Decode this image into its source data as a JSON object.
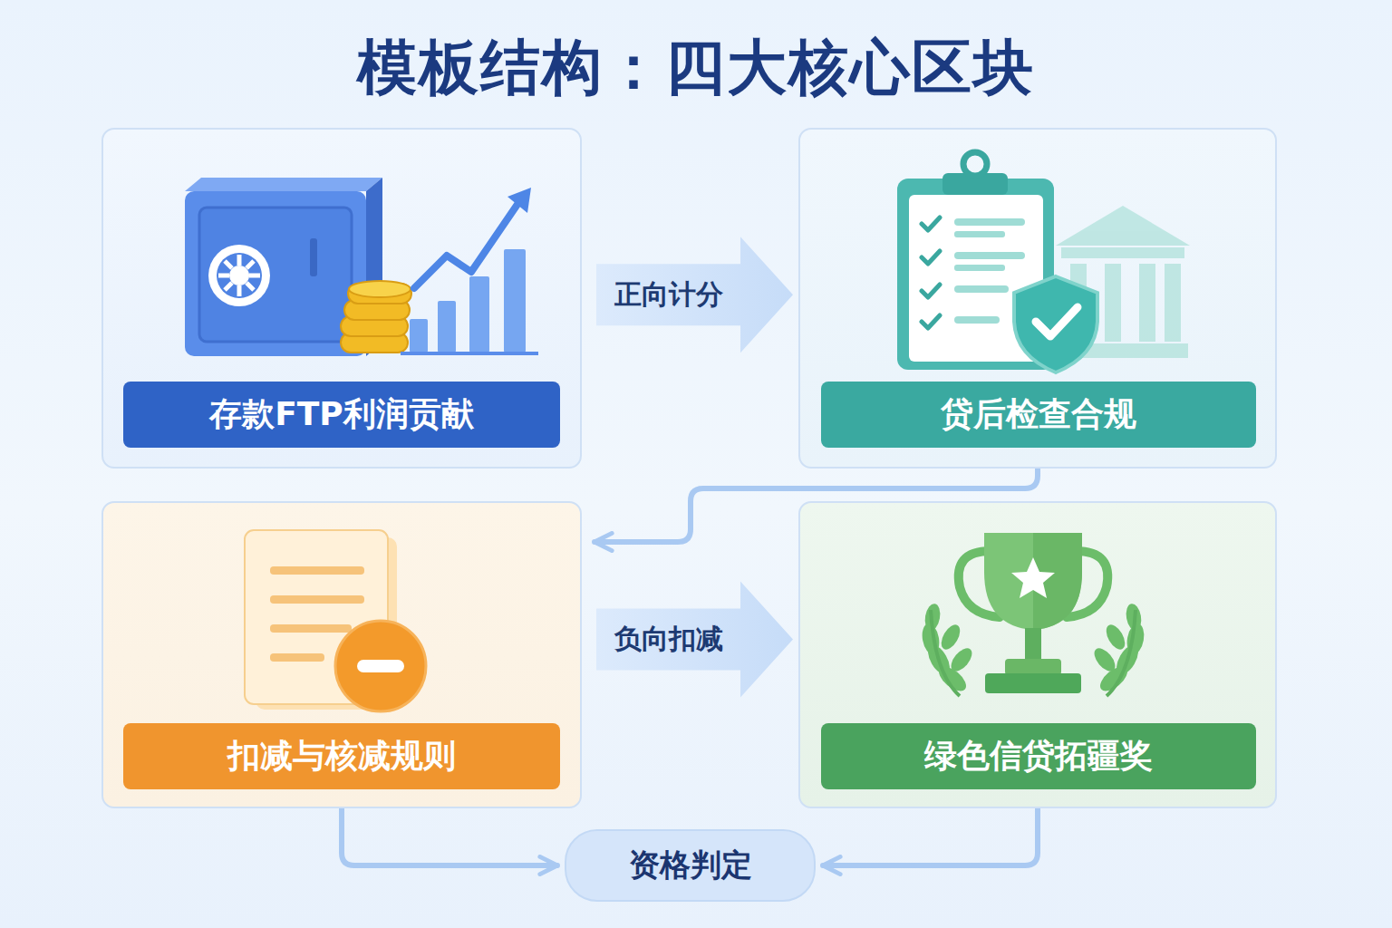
{
  "diagram": {
    "title": "模板结构：四大核心区块",
    "nodes": [
      {
        "text": [
          "存款FTP利润贡献"
        ]
      },
      {
        "text": [
          "贷后检查合规"
        ]
      },
      {
        "text": [
          "扣减与核减规则"
        ]
      },
      {
        "text": [
          "绿色信贷拓疆奖"
        ]
      },
      {
        "text": [
          "资格判定"
        ]
      }
    ],
    "edges": [
      {
        "from": 0,
        "to": 1,
        "label": "正向计分",
        "arrow": "to"
      },
      {
        "from": 1,
        "to": 2,
        "arrow": "to"
      },
      {
        "from": 2,
        "to": 3,
        "label": "负向扣减",
        "arrow": "to"
      },
      {
        "from": 2,
        "to": 4,
        "arrow": "to"
      },
      {
        "from": 3,
        "to": 4,
        "arrow": "to"
      }
    ]
  }
}
